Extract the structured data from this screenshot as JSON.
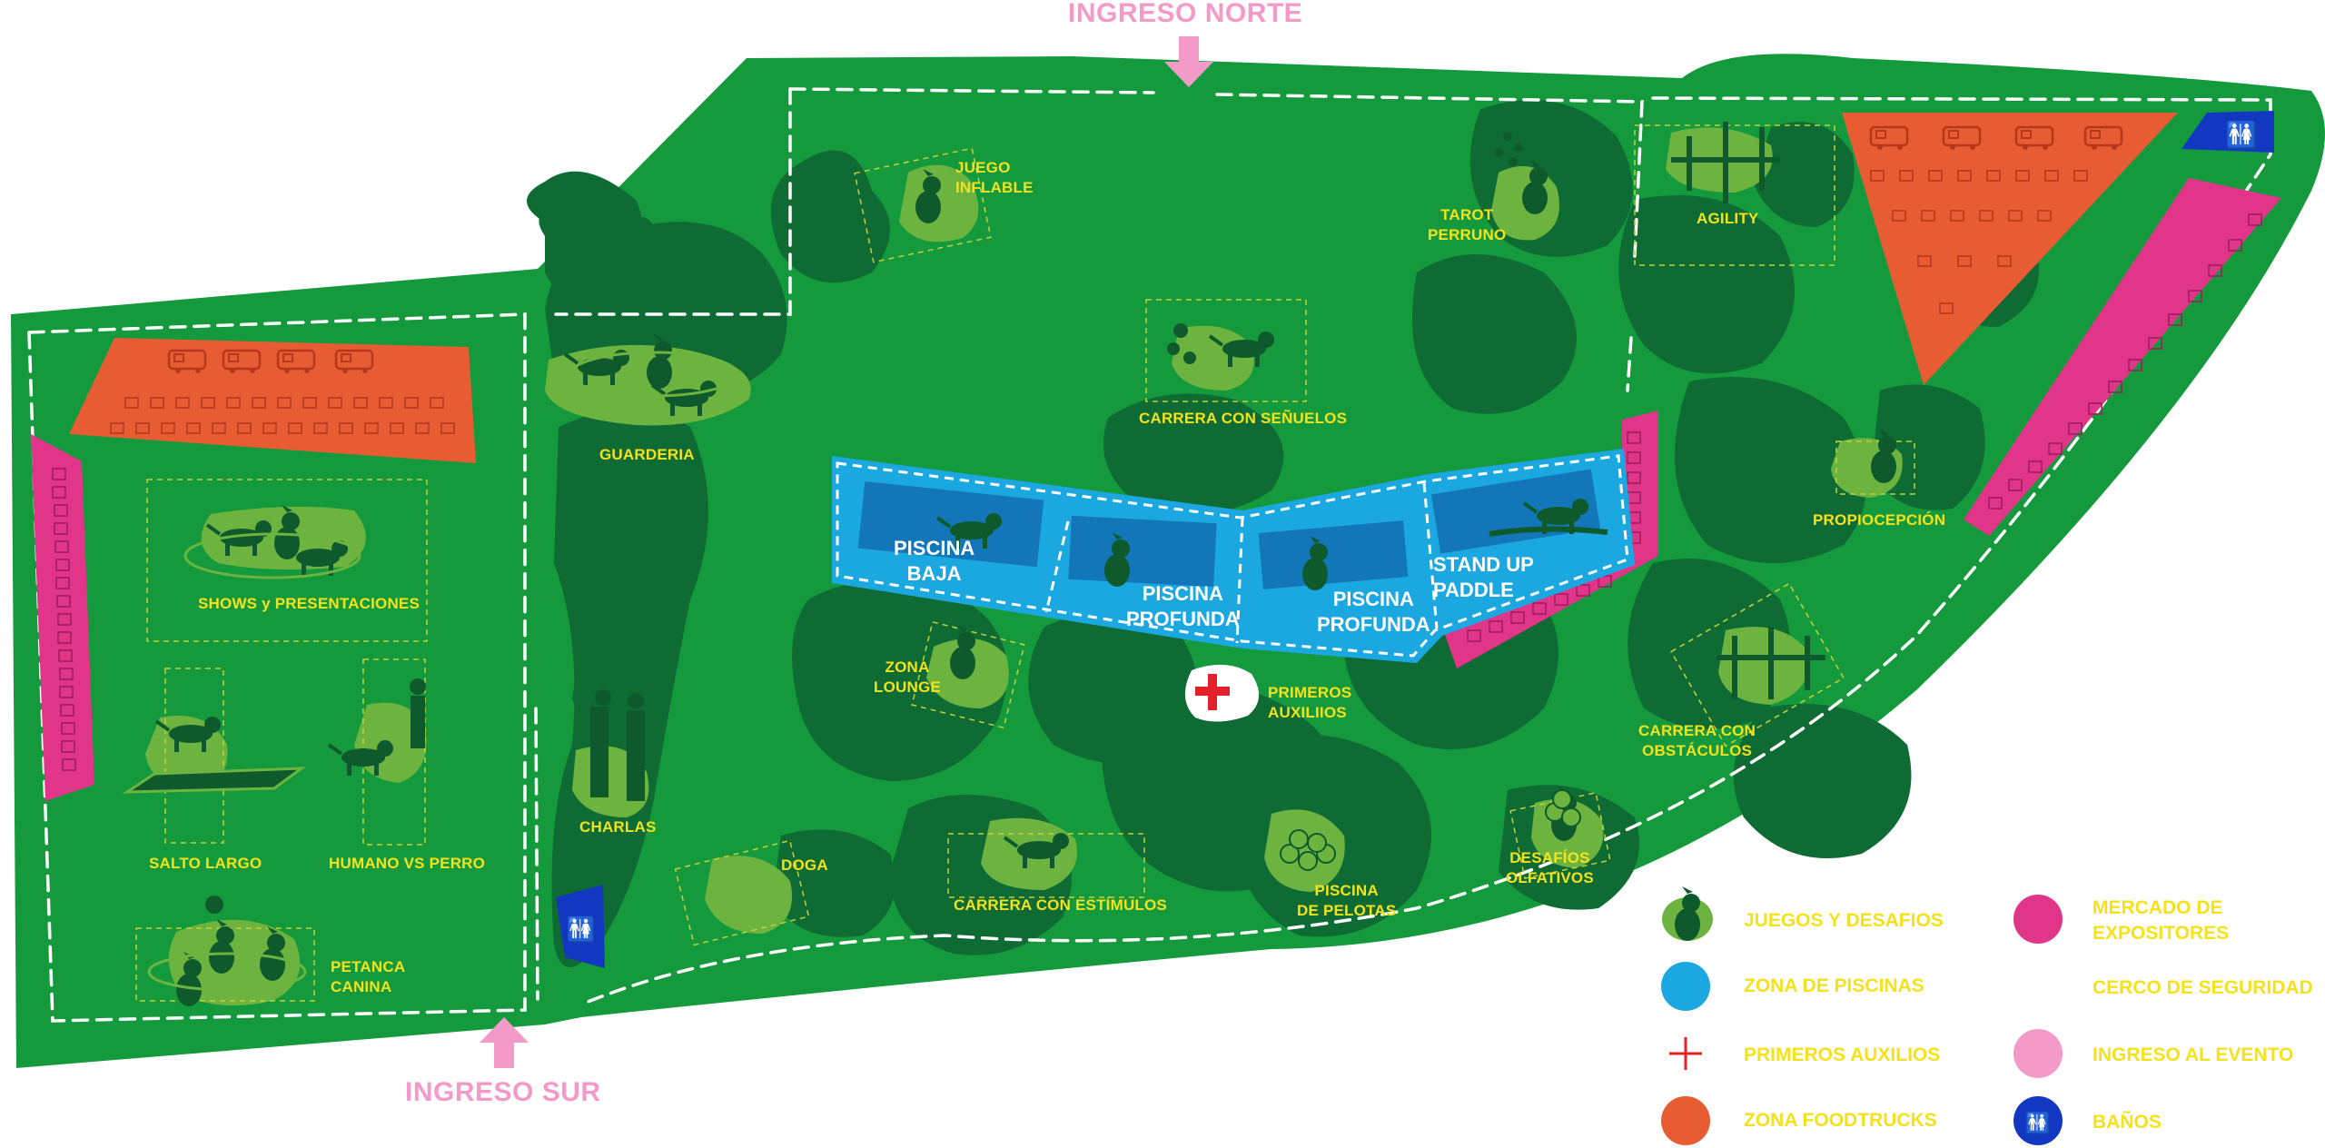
{
  "entrances": {
    "north": "INGRESO NORTE",
    "south": "INGRESO SUR"
  },
  "areas": {
    "guarderia": "GUARDERIA",
    "juego_inflable": "JUEGO\nINFLABLE",
    "carrera_senuelos": "CARRERA CON SEÑUELOS",
    "tarot": "TAROT\nPERRUNO",
    "agility": "AGILITY",
    "propiocepcion": "PROPIOCEPCIÓN",
    "shows": "SHOWS y PRESENTACIONES",
    "salto_largo": "SALTO LARGO",
    "humano_perro": "HUMANO VS PERRO",
    "petanca": "PETANCA\nCANINA",
    "charlas": "CHARLAS",
    "zona_lounge": "ZONA\nLOUNGE",
    "primeros_auxilios": "PRIMEROS\nAUXILIIOS",
    "doga": "DOGA",
    "carrera_estimulos": "CARRERA CON ESTÍMULOS",
    "piscina_pelotas": "PISCINA\nDE PELOTAS",
    "desafios_olfativos": "DESAFÍOS\nOLFATIVOS",
    "carrera_obstaculos": "CARRERA CON\nOBSTÁCULOS"
  },
  "pools": {
    "baja": "PISCINA\nBAJA",
    "profunda_1": "PISCINA\nPROFUNDA",
    "profunda_2": "PISCINA\nPROFUNDA",
    "paddle": "STAND UP\nPADDLE"
  },
  "legend": {
    "juegos": "JUEGOS Y DESAFIOS",
    "piscinas": "ZONA DE PISCINAS",
    "auxilios": "PRIMEROS AUXILIOS",
    "foodtrucks": "ZONA FOODTRUCKS",
    "mercado": "MERCADO DE\nEXPOSITORES",
    "cerco": "CERCO DE SEGURIDAD",
    "ingreso": "INGRESO AL EVENTO",
    "banos": "BAÑOS"
  },
  "colors": {
    "park_green": "#149a3c",
    "dark_green": "#0f6b34",
    "light_green": "#6cb43f",
    "pool_blue": "#1ba8e0",
    "foodtruck_orange": "#e85c34",
    "market_pink": "#e1358a",
    "entry_pink": "#f49ac9",
    "restroom_blue": "#1238c2",
    "label_yellow": "#f4e21c",
    "first_aid_red": "#e4202a"
  },
  "icons": [
    "dog-icon",
    "first-aid-cross-icon",
    "restroom-icon",
    "food-truck-icon",
    "arrow-down-icon",
    "arrow-up-icon"
  ]
}
